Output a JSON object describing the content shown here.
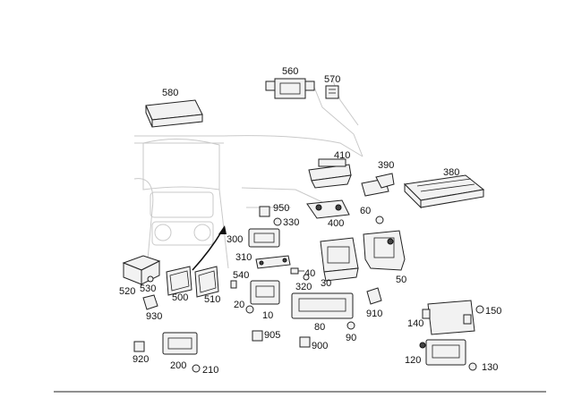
{
  "diagram": {
    "labels": {
      "p10": "10",
      "p20": "20",
      "p30": "30",
      "p40": "40",
      "p50": "50",
      "p60": "60",
      "p80": "80",
      "p90": "90",
      "p120": "120",
      "p130": "130",
      "p140": "140",
      "p150": "150",
      "p200": "200",
      "p210": "210",
      "p300": "300",
      "p310": "310",
      "p320": "320",
      "p330": "330",
      "p380": "380",
      "p390": "390",
      "p400": "400",
      "p410": "410",
      "p500": "500",
      "p510": "510",
      "p520": "520",
      "p530": "530",
      "p540": "540",
      "p560": "560",
      "p570": "570",
      "p580": "580",
      "p900": "900",
      "p905": "905",
      "p910": "910",
      "p920": "920",
      "p930": "930",
      "p950": "950"
    }
  }
}
